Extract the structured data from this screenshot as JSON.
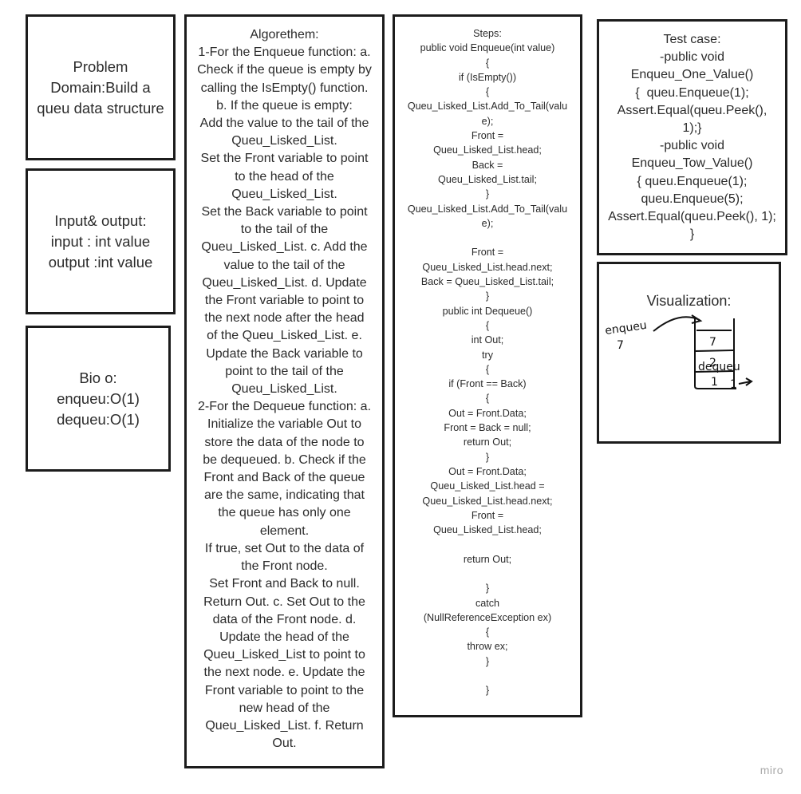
{
  "problem": {
    "lines": [
      "Problem",
      "Domain:Build a",
      "queu data structure"
    ]
  },
  "io": {
    "lines": [
      "Input& output:",
      "input : int value",
      "output :int value"
    ]
  },
  "bigo": {
    "lines": [
      "Bio o:",
      "enqueu:O(1)",
      "dequeu:O(1)"
    ]
  },
  "algorithm": {
    "lines": [
      "Algorethem:",
      "1-For the Enqueue function: a.",
      "Check if the queue is empty by",
      "calling the IsEmpty() function.",
      "b. If the queue is empty:",
      "Add the value to the tail of the",
      "Queu_Lisked_List.",
      "Set the Front variable to point",
      "to the head of the",
      "Queu_Lisked_List.",
      "Set the Back variable to point",
      "to the tail of the",
      "Queu_Lisked_List. c. Add the",
      "value to the tail of the",
      "Queu_Lisked_List. d. Update",
      "the Front variable to point to",
      "the next node after the head",
      "of the Queu_Lisked_List. e.",
      "Update the Back variable to",
      "point to the tail of the",
      "Queu_Lisked_List.",
      "2-For the Dequeue function: a.",
      "Initialize the variable Out to",
      "store the data of the node to",
      "be dequeued. b. Check if the",
      "Front and Back of the queue",
      "are the same, indicating that",
      "the queue has only one",
      "element.",
      "If true, set Out to the data of",
      "the Front node.",
      "Set Front and Back to null.",
      "Return Out. c. Set Out to the",
      "data of the Front node. d.",
      "Update the head of the",
      "Queu_Lisked_List to point to",
      "the next node. e. Update the",
      "Front variable to point to the",
      "new head of the",
      "Queu_Lisked_List. f. Return",
      "Out."
    ]
  },
  "steps": {
    "lines": [
      "Steps:",
      "public void Enqueue(int value)",
      "{",
      "if (IsEmpty())",
      "{",
      "Queu_Lisked_List.Add_To_Tail(valu",
      "e);",
      "Front =",
      "Queu_Lisked_List.head;",
      "Back =",
      "Queu_Lisked_List.tail;",
      "}",
      "Queu_Lisked_List.Add_To_Tail(valu",
      "e);",
      "",
      "Front =",
      "Queu_Lisked_List.head.next;",
      "Back = Queu_Lisked_List.tail;",
      "}",
      "public int Dequeue()",
      "{",
      "int Out;",
      "try",
      "{",
      "if (Front == Back)",
      "{",
      "Out = Front.Data;",
      "Front = Back = null;",
      "return Out;",
      "}",
      "Out = Front.Data;",
      "Queu_Lisked_List.head =",
      "Queu_Lisked_List.head.next;",
      "Front =",
      "Queu_Lisked_List.head;",
      "",
      "return Out;",
      "",
      "}",
      "catch",
      "(NullReferenceException ex)",
      "{",
      "throw ex;",
      "}",
      "",
      "}"
    ]
  },
  "test_case": {
    "lines": [
      "Test case:",
      "-public void",
      "Enqueu_One_Value()",
      "{  queu.Enqueue(1);",
      "Assert.Equal(queu.Peek(),",
      "1);}",
      "-public void",
      "Enqueu_Tow_Value()",
      "{ queu.Enqueue(1);",
      "queu.Enqueue(5);",
      "Assert.Equal(queu.Peek(), 1);",
      "}"
    ]
  },
  "visualization": {
    "title": "Visualization:",
    "enqueue_label": "enqueu",
    "enqueue_value": "7",
    "dequeue_label": "dequeu",
    "dequeue_value": "1",
    "stack_values": [
      "7",
      "2",
      "1"
    ]
  },
  "watermark": "miro"
}
